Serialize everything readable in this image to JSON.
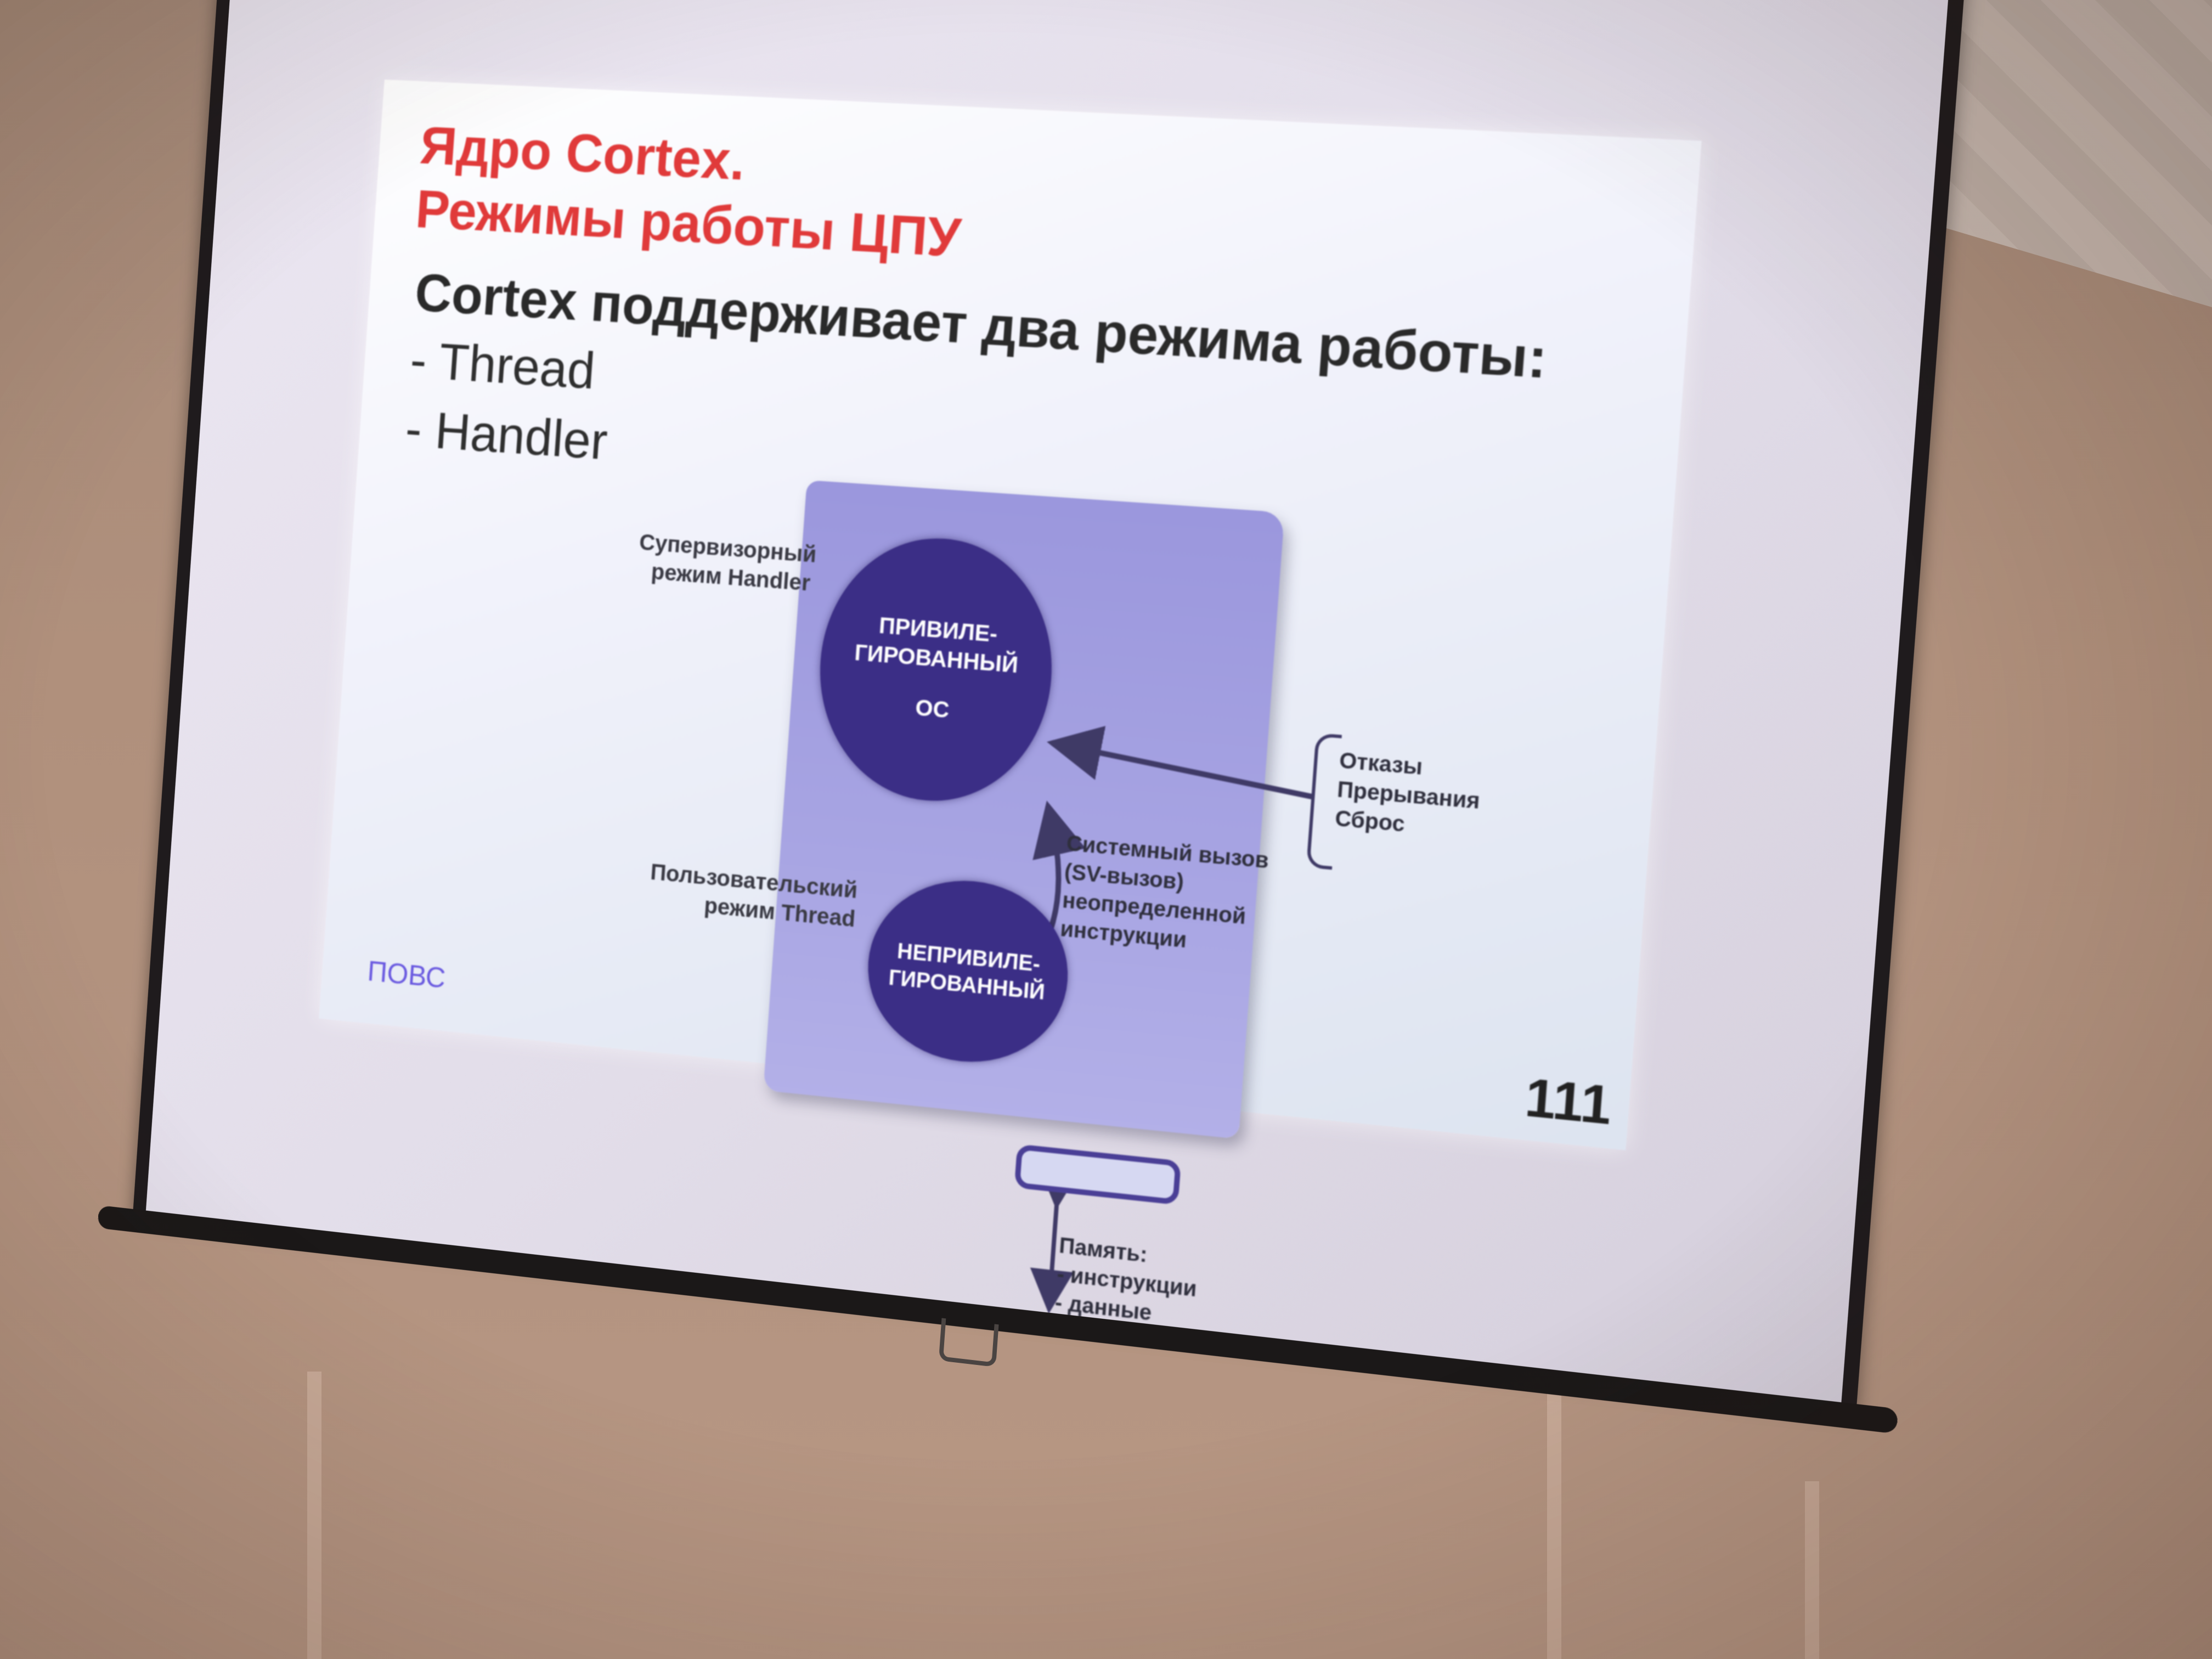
{
  "slide": {
    "title_line_1": "Ядро Cortex.",
    "title_line_2": "Режимы работы ЦПУ",
    "subtitle": "Cortex поддерживает два режима работы:",
    "bullets": [
      "- Thread",
      "- Handler"
    ],
    "footer": "ПОВС",
    "page_number": "111"
  },
  "diagram": {
    "privileged": {
      "line_1": "ПРИВИЛЕ-",
      "line_2": "ГИРОВАННЫЙ",
      "os": "ОС"
    },
    "unprivileged": {
      "line_1": "НЕПРИВИЛЕ-",
      "line_2": "ГИРОВАННЫЙ"
    },
    "supervisor_label": {
      "line_1": "Супервизорный",
      "line_2": "режим Handler"
    },
    "user_label": {
      "line_1": "Пользовательский",
      "line_2": "режим Thread"
    },
    "syscall_note": [
      "Системный вызов",
      "(SV-вызов)",
      "неопределенной",
      "инструкции"
    ],
    "exceptions_note": [
      "Отказы",
      "Прерывания",
      "Сброс"
    ],
    "memory_note": [
      "Память:",
      "- инструкции",
      "- данные"
    ]
  },
  "colors": {
    "title": "#e03a3a",
    "circle": "#3b2e86",
    "panel": "#a8a5e3",
    "footer": "#6a5ae0"
  }
}
